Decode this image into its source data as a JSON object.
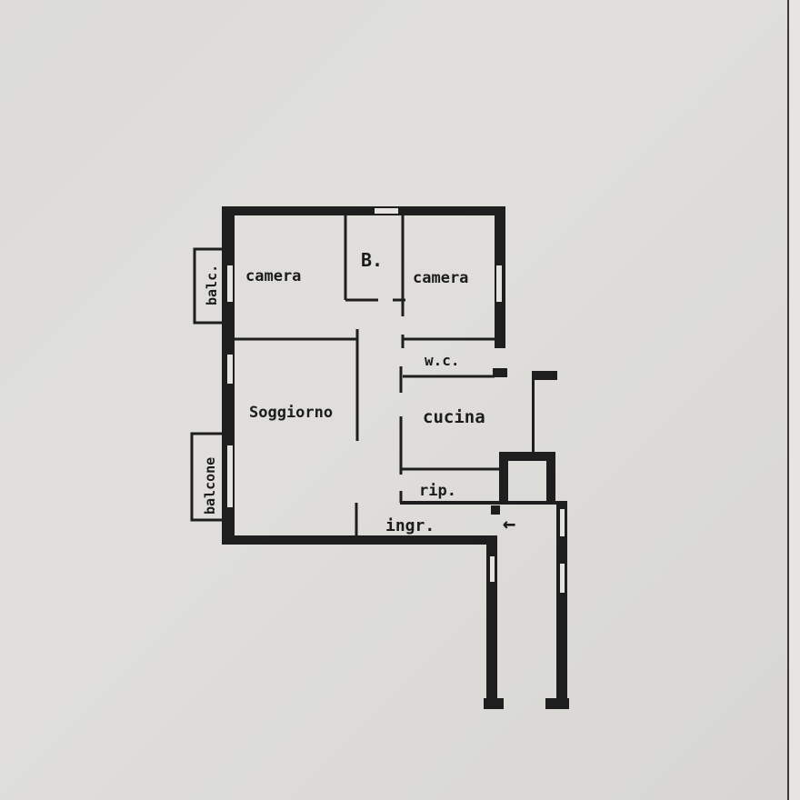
{
  "plan": {
    "rooms": {
      "camera1": "camera",
      "bath": "B.",
      "camera2": "camera",
      "wc": "w.c.",
      "soggiorno": "Soggiorno",
      "cucina": "cucina",
      "ripostiglio": "rip.",
      "ingresso": "ingr."
    },
    "balconies": {
      "upper": "balc.",
      "lower": "balcone"
    },
    "entry_arrow": "←"
  },
  "colors": {
    "wall": "#1e1e1e",
    "paper": "#dcdbd7"
  }
}
